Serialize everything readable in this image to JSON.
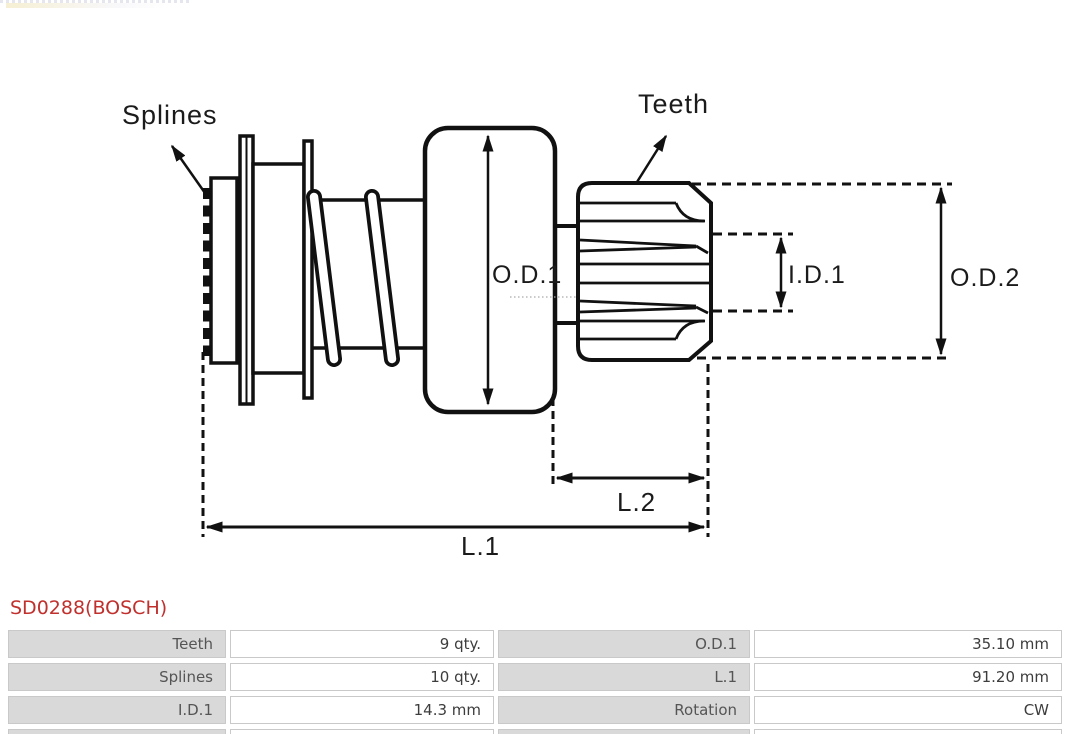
{
  "diagram": {
    "line_color": "#111111",
    "labels": {
      "splines": "Splines",
      "teeth": "Teeth",
      "od1": "O.D.1",
      "id1": "I.D.1",
      "od2": "O.D.2",
      "l2": "L.2",
      "l1": "L.1"
    }
  },
  "product": {
    "code": "SD0288(BOSCH)",
    "code_color": "#c0302d"
  },
  "specs": {
    "label_bg": "#d9d9d9",
    "rows": [
      {
        "l1": "Teeth",
        "v1": "9 qty.",
        "l2": "O.D.1",
        "v2": "35.10 mm"
      },
      {
        "l1": "Splines",
        "v1": "10 qty.",
        "l2": "L.1",
        "v2": "91.20 mm"
      },
      {
        "l1": "I.D.1",
        "v1": "14.3 mm",
        "l2": "Rotation",
        "v2": "CW"
      }
    ]
  }
}
